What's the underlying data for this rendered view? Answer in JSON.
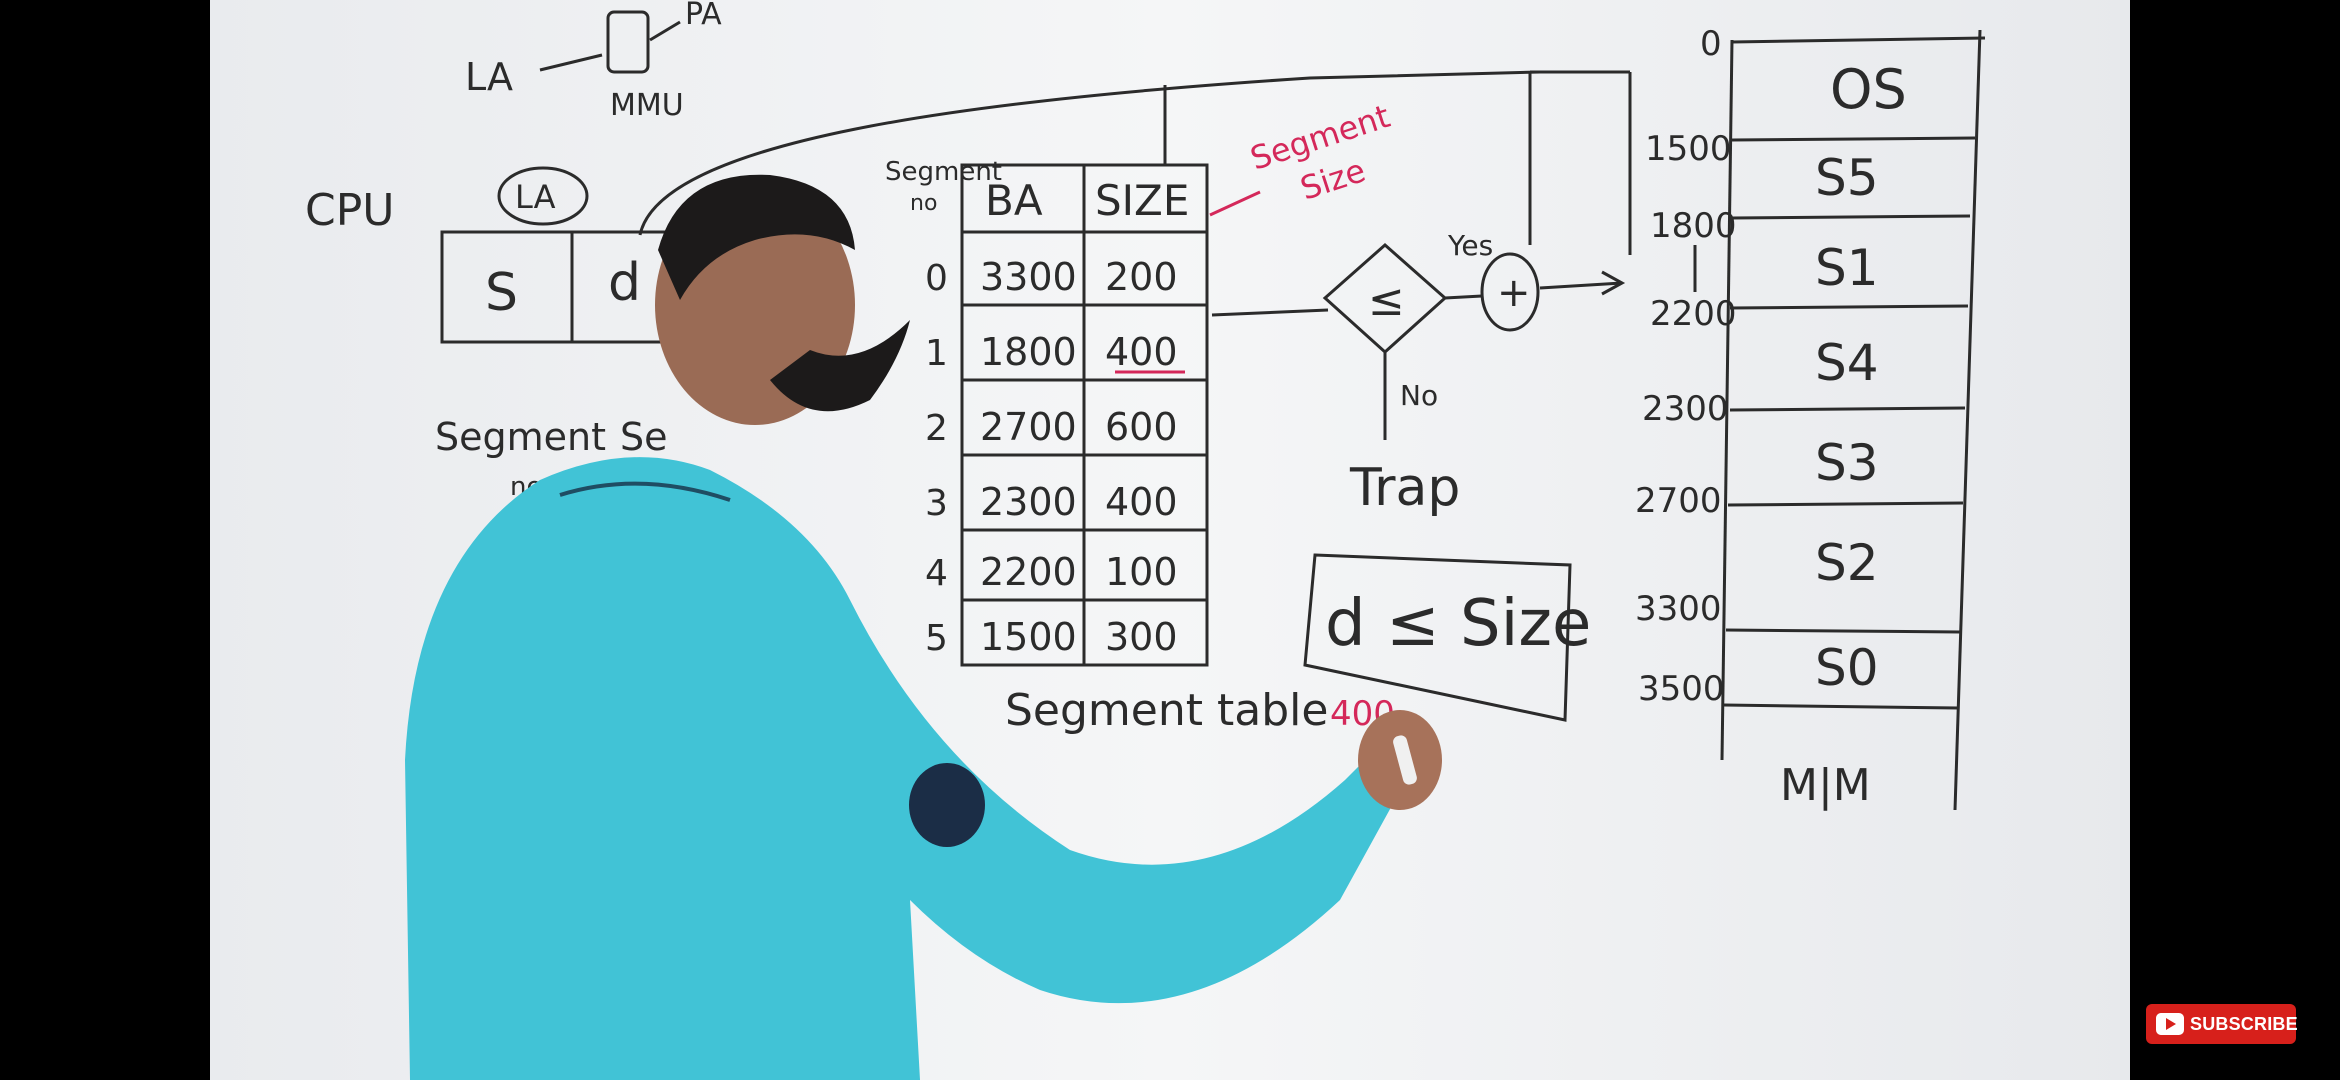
{
  "player": {
    "subscribe_label": "SUBSCRIBE",
    "subscribe_icon": "youtube-play-icon",
    "brand_color": "#d7201b"
  },
  "whiteboard": {
    "mmu_diagram": {
      "la": "LA",
      "pa": "PA",
      "mmu": "MMU"
    },
    "cpu": "CPU",
    "la_circle": "LA",
    "address_fields": [
      "S",
      "d"
    ],
    "field_labels": {
      "segment_no": "Segment",
      "segment_no_2": "no",
      "segment_offset_partial": "Se"
    },
    "segment_table": {
      "corner_label_1": "Segment",
      "corner_label_2": "no",
      "headers": [
        "BA",
        "SIZE"
      ],
      "rows": [
        {
          "no": "0",
          "ba": "3300",
          "size": "200"
        },
        {
          "no": "1",
          "ba": "1800",
          "size": "400"
        },
        {
          "no": "2",
          "ba": "2700",
          "size": "600"
        },
        {
          "no": "3",
          "ba": "2300",
          "size": "400"
        },
        {
          "no": "4",
          "ba": "2200",
          "size": "100"
        },
        {
          "no": "5",
          "ba": "1500",
          "size": "300"
        }
      ],
      "caption": "Segment table",
      "segment_size_note_1": "Segment",
      "segment_size_note_2": "Size"
    },
    "compare": {
      "symbol": "≤",
      "yes": "Yes",
      "no": "No",
      "adder": "+",
      "trap": "Trap"
    },
    "condition_box": "d ≤ Size",
    "red_note": "400",
    "memory": {
      "addresses": [
        "0",
        "1500",
        "1800",
        "2200",
        "2300",
        "2700",
        "3300",
        "3500"
      ],
      "blocks": [
        "OS",
        "S5",
        "S1",
        "S4",
        "S3",
        "S2",
        "S0"
      ],
      "caption": "M|M"
    }
  }
}
